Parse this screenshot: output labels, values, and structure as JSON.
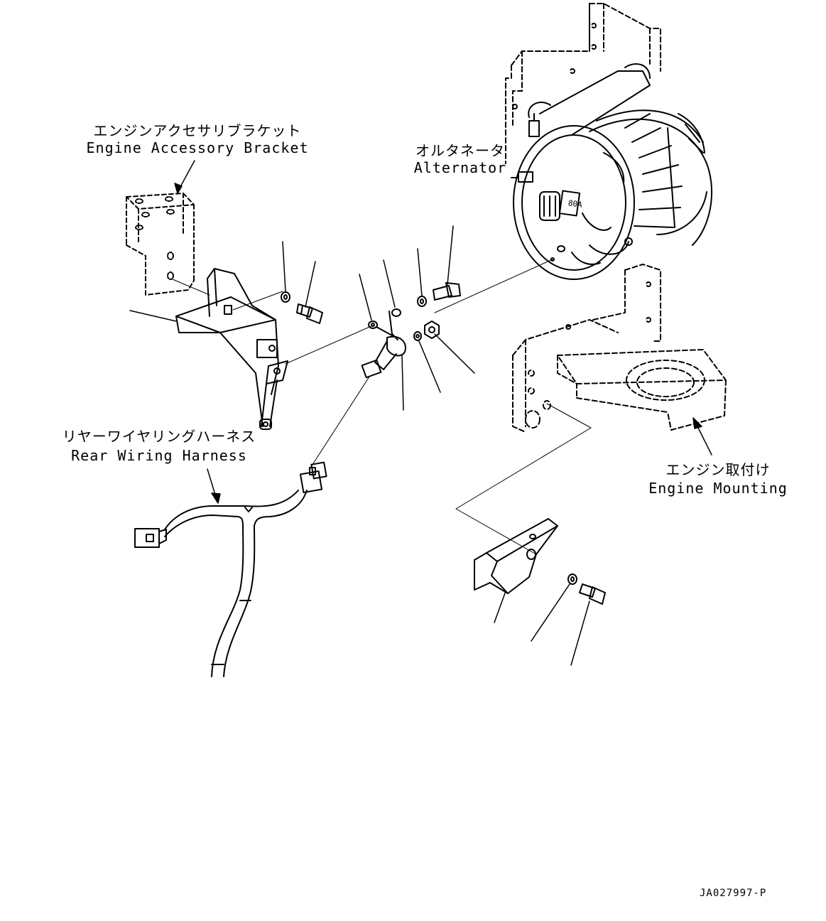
{
  "labels": {
    "engine_accessory_bracket": {
      "ja": "エンジンアクセサリブラケット",
      "en": "Engine Accessory Bracket"
    },
    "alternator": {
      "ja": "オルタネータ",
      "en": "Alternator",
      "badge": "80A"
    },
    "rear_wiring_harness": {
      "ja": "リヤーワイヤリングハーネス",
      "en": "Rear Wiring Harness"
    },
    "engine_mounting": {
      "ja": "エンジン取付け",
      "en": "Engine Mounting"
    }
  },
  "drawing_code": "JA027997-P",
  "colors": {
    "ink": "#000000",
    "paper": "#ffffff"
  }
}
